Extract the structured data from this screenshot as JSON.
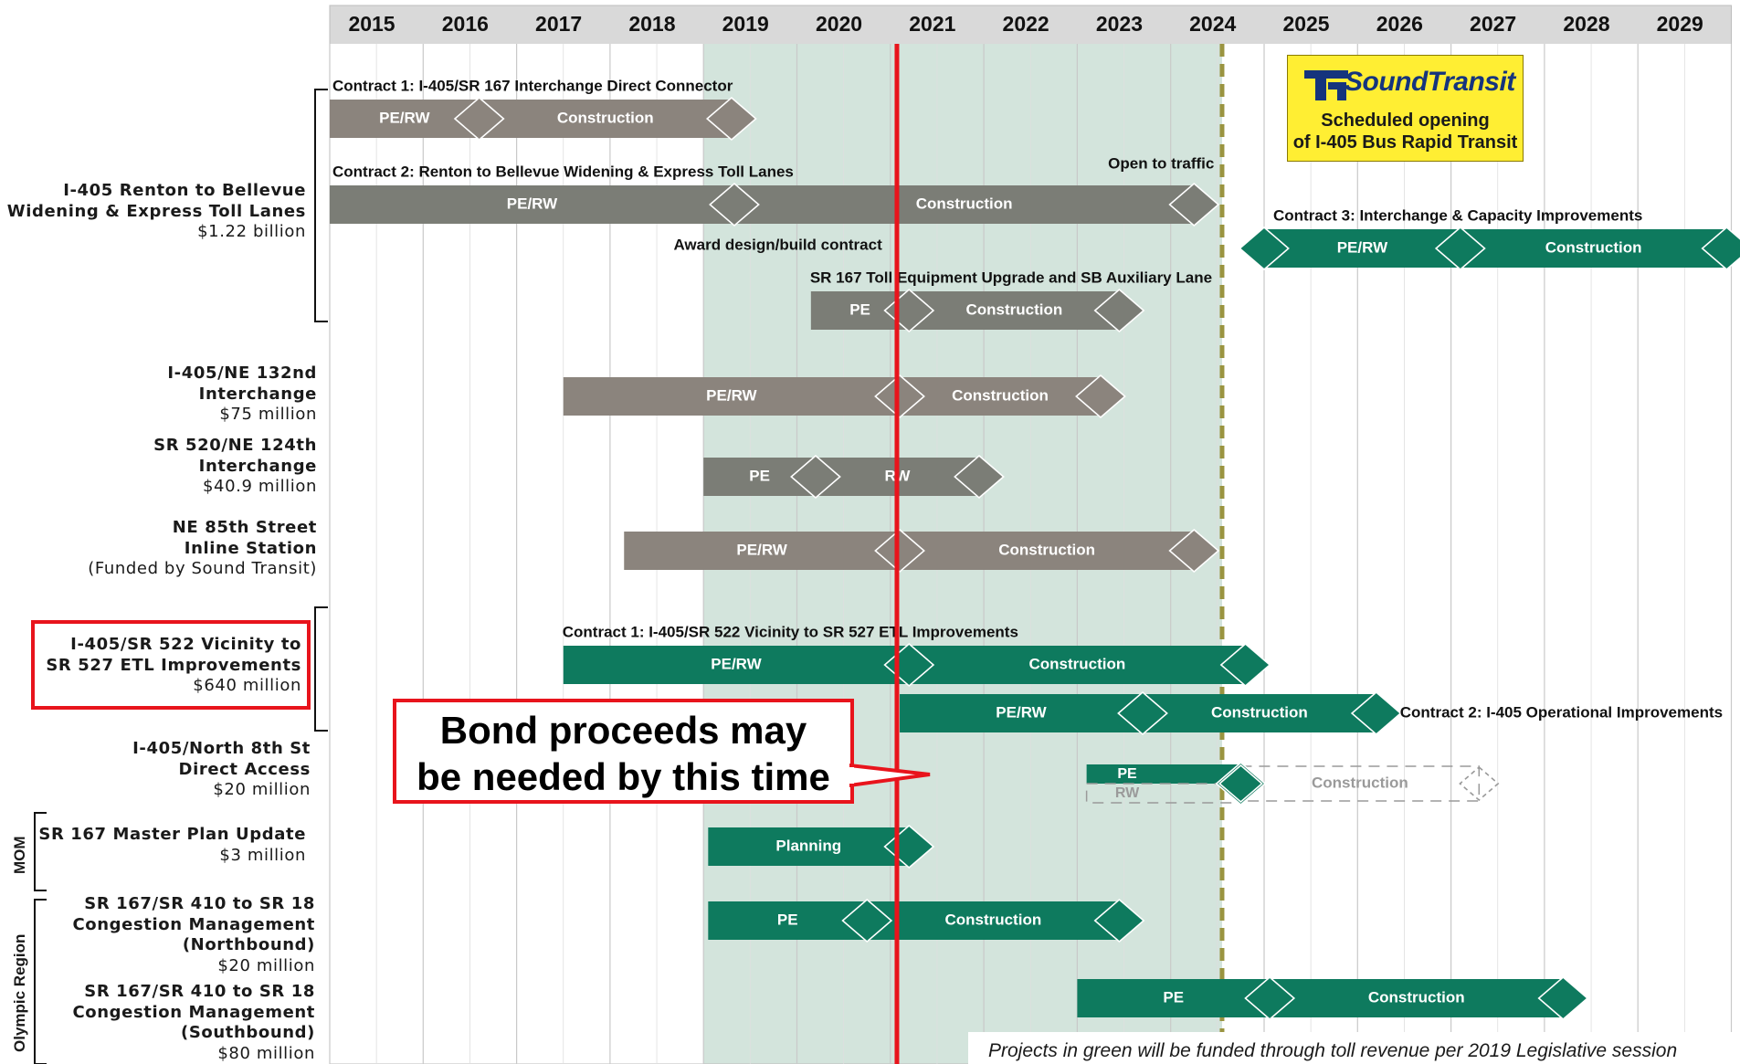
{
  "chart_data": {
    "type": "gantt",
    "x_axis": {
      "years": [
        "2015",
        "2016",
        "2017",
        "2018",
        "2019",
        "2020",
        "2021",
        "2022",
        "2023",
        "2024",
        "2025",
        "2026",
        "2027",
        "2028",
        "2029"
      ],
      "range": [
        2015,
        2030
      ]
    },
    "shaded_period": [
      2019.0,
      2024.55
    ],
    "now_marker": 2021.07,
    "opening_marker": 2024.55,
    "colors": {
      "gray": "#8b847d",
      "gray_dark": "#7b7d76",
      "green": "#0e7a5e",
      "shade": "#d3e4dc",
      "marker_red": "#e8141c",
      "opening_line": "#9a9440"
    },
    "groups": [
      {
        "label": "",
        "bracket": [
          1,
          3
        ]
      },
      {
        "label": "",
        "bracket": [
          7,
          9
        ]
      },
      {
        "label": "MOM",
        "bracket": [
          11,
          11
        ]
      },
      {
        "label": "Olympic Region",
        "bracket": [
          12,
          13
        ]
      }
    ],
    "projects": [
      {
        "lines": [
          "I-405 Renton to Bellevue",
          "Widening & Express Toll Lanes"
        ],
        "cost": "$1.22 billion",
        "highlight": false
      },
      {
        "lines": [
          "I-405/NE 132nd",
          "Interchange"
        ],
        "cost": "$75 million",
        "highlight": false
      },
      {
        "lines": [
          "SR 520/NE 124th",
          "Interchange"
        ],
        "cost": "$40.9 million",
        "highlight": false
      },
      {
        "lines": [
          "NE 85th Street",
          "Inline Station"
        ],
        "cost": "(Funded by Sound Transit)",
        "highlight": false
      },
      {
        "lines": [
          "I-405/SR 522 Vicinity to",
          "SR 527 ETL Improvements"
        ],
        "cost": "$640 million",
        "highlight": true
      },
      {
        "lines": [
          "I-405/North 8th St",
          "Direct Access"
        ],
        "cost": "$20 million",
        "highlight": false
      },
      {
        "lines": [
          "SR 167 Master Plan Update"
        ],
        "cost": "$3 million",
        "highlight": false
      },
      {
        "lines": [
          "SR 167/SR 410 to SR 18",
          "Congestion Management",
          "(Northbound)"
        ],
        "cost": "$20 million",
        "highlight": false
      },
      {
        "lines": [
          "SR 167/SR 410 to SR 18",
          "Congestion Management",
          "(Southbound)"
        ],
        "cost": "$80 million",
        "highlight": false
      }
    ],
    "rows": [
      {
        "title": "Contract 1: I-405/SR 167 Interchange Direct Connector",
        "color": "gray",
        "style": "solid",
        "segments": [
          {
            "label": "PE/RW",
            "start": 2015.0,
            "end": 2016.6
          },
          {
            "label": "Construction",
            "start": 2016.6,
            "end": 2019.3
          }
        ]
      },
      {
        "title": "Contract 2: Renton to Bellevue Widening & Express Toll Lanes",
        "color": "gray_dark",
        "style": "solid",
        "segments": [
          {
            "label": "PE/RW",
            "start": 2015.0,
            "end": 2019.33
          },
          {
            "label": "Construction",
            "start": 2019.33,
            "end": 2024.25
          }
        ],
        "notes": [
          "Award design/build contract",
          "Open to traffic"
        ]
      },
      {
        "title": "Contract 3: Interchange & Capacity Improvements",
        "color": "green",
        "style": "solid",
        "segments": [
          {
            "label": "PE/RW",
            "start": 2025.0,
            "end": 2027.1
          },
          {
            "label": "Construction",
            "start": 2027.1,
            "end": 2029.95
          }
        ]
      },
      {
        "title": "SR 167 Toll Equipment Upgrade and SB Auxiliary Lane",
        "color": "gray_dark",
        "style": "solid",
        "segments": [
          {
            "label": "PE",
            "start": 2020.15,
            "end": 2021.2
          },
          {
            "label": "Construction",
            "start": 2021.2,
            "end": 2023.45
          }
        ]
      },
      {
        "title": "",
        "color": "gray",
        "style": "solid",
        "segments": [
          {
            "label": "PE/RW",
            "start": 2017.5,
            "end": 2021.1
          },
          {
            "label": "Construction",
            "start": 2021.1,
            "end": 2023.25
          }
        ]
      },
      {
        "title": "",
        "color": "gray_dark",
        "style": "solid",
        "segments": [
          {
            "label": "PE",
            "start": 2019.0,
            "end": 2020.2
          },
          {
            "label": "RW",
            "start": 2020.2,
            "end": 2021.95
          }
        ]
      },
      {
        "title": "",
        "color": "gray",
        "style": "solid",
        "segments": [
          {
            "label": "PE/RW",
            "start": 2018.15,
            "end": 2021.1
          },
          {
            "label": "Construction",
            "start": 2021.1,
            "end": 2024.25
          }
        ]
      },
      {
        "title": "Contract 1: I-405/SR 522 Vicinity to SR 527 ETL Improvements",
        "color": "green",
        "style": "solid",
        "segments": [
          {
            "label": "PE/RW",
            "start": 2017.5,
            "end": 2021.2
          },
          {
            "label": "Construction",
            "start": 2021.2,
            "end": 2024.8
          }
        ]
      },
      {
        "title": "Contract 2: I-405 Operational Improvements",
        "color": "green",
        "style": "solid",
        "title_position": "right",
        "segments": [
          {
            "label": "PE/RW",
            "start": 2021.1,
            "end": 2023.7
          },
          {
            "label": "Construction",
            "start": 2023.7,
            "end": 2026.2
          }
        ]
      },
      {
        "title": "",
        "color": "green",
        "style": "mixed",
        "segments": [
          {
            "label": "PE",
            "start": 2023.1,
            "end": 2024.75,
            "stacked": "RW"
          },
          {
            "label": "Construction",
            "start": 2024.75,
            "end": 2027.3,
            "dashed": true
          }
        ]
      },
      {
        "title": "",
        "color": "green",
        "style": "solid",
        "segments": [
          {
            "label": "Planning",
            "start": 2019.05,
            "end": 2021.2
          }
        ]
      },
      {
        "title": "",
        "color": "green",
        "style": "solid",
        "segments": [
          {
            "label": "PE",
            "start": 2019.05,
            "end": 2020.75
          },
          {
            "label": "Construction",
            "start": 2020.75,
            "end": 2023.45
          }
        ]
      },
      {
        "title": "",
        "color": "green",
        "style": "solid",
        "segments": [
          {
            "label": "PE",
            "start": 2023.0,
            "end": 2025.06
          },
          {
            "label": "Construction",
            "start": 2025.06,
            "end": 2028.2
          }
        ]
      }
    ]
  },
  "annotations": {
    "award": "Award design/build contract",
    "open": "Open to traffic",
    "callout_line1": "Bond proceeds may",
    "callout_line2": "be needed by this time",
    "note": "Projects in green will be funded through toll revenue per 2019 Legislative session"
  },
  "sound_transit": {
    "brand": "SoundTransit",
    "caption_line1": "Scheduled opening",
    "caption_line2": "of I-405 Bus Rapid Transit"
  }
}
